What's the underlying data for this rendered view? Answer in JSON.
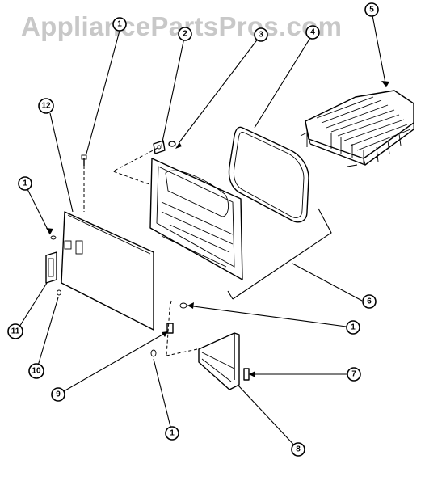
{
  "watermark": "AppliancePartsPros.com",
  "callouts": [
    "1",
    "2",
    "3",
    "4",
    "5",
    "12",
    "1",
    "11",
    "10",
    "9",
    "6",
    "1",
    "7",
    "1",
    "8"
  ],
  "icons": [
    "screw",
    "hinge-bracket",
    "clip",
    "door-gasket",
    "drying-rack",
    "door-panel",
    "door-inner-liner",
    "door-catch",
    "lower-bracket"
  ]
}
